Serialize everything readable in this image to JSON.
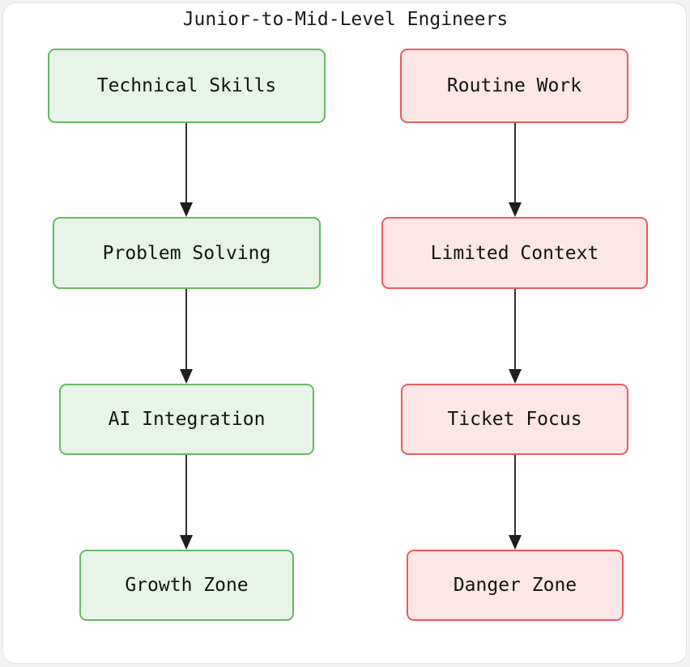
{
  "diagram": {
    "title": "Junior-to-Mid-Level Engineers",
    "type": "flowchart",
    "direction": "top-down",
    "colors": {
      "page_background": "#f2f2f2",
      "card_background": "#ffffff",
      "card_border": "#e3e3e3",
      "green_fill": "#e7f4e7",
      "green_border": "#62bb62",
      "red_fill": "#fce6e6",
      "red_border": "#ea5a5f",
      "edge_stroke": "#333333",
      "text": "#131313"
    },
    "columns": [
      {
        "name": "positive-path",
        "style": "green",
        "nodes": [
          {
            "id": "technical-skills",
            "label": "Technical Skills"
          },
          {
            "id": "problem-solving",
            "label": "Problem Solving"
          },
          {
            "id": "ai-integration",
            "label": "AI Integration"
          },
          {
            "id": "growth-zone",
            "label": "Growth Zone"
          }
        ]
      },
      {
        "name": "negative-path",
        "style": "red",
        "nodes": [
          {
            "id": "routine-work",
            "label": "Routine Work"
          },
          {
            "id": "limited-context",
            "label": "Limited Context"
          },
          {
            "id": "ticket-focus",
            "label": "Ticket Focus"
          },
          {
            "id": "danger-zone",
            "label": "Danger Zone"
          }
        ]
      }
    ],
    "edges": [
      {
        "from": "technical-skills",
        "to": "problem-solving"
      },
      {
        "from": "problem-solving",
        "to": "ai-integration"
      },
      {
        "from": "ai-integration",
        "to": "growth-zone"
      },
      {
        "from": "routine-work",
        "to": "limited-context"
      },
      {
        "from": "limited-context",
        "to": "ticket-focus"
      },
      {
        "from": "ticket-focus",
        "to": "danger-zone"
      }
    ]
  }
}
